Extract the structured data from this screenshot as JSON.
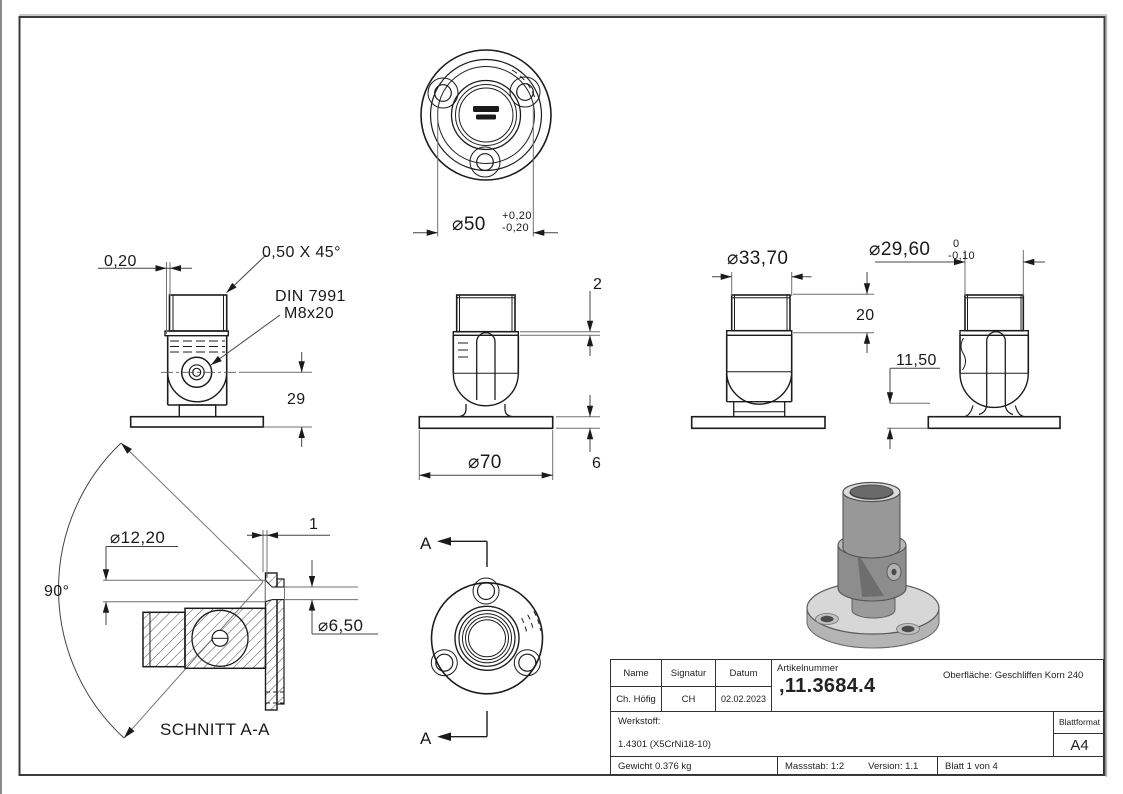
{
  "sheet": {
    "views": {
      "top": {
        "dia": "⌀50",
        "tol_plus": "+0,20",
        "tol_minus": "-0,20"
      },
      "front": {
        "offset": "0,20",
        "chamfer": "0,50 X 45°",
        "screw_line1": "DIN 7991",
        "screw_line2": "M8x20",
        "height": "29"
      },
      "side": {
        "gap": "2",
        "dia": "⌀70",
        "base_thickness": "6"
      },
      "right1": {
        "dia": "⌀33,70",
        "height": "20"
      },
      "right2": {
        "dia": "⌀29,60",
        "tol_plus": "0",
        "tol_minus": "-0,10",
        "height": "11,50"
      },
      "section": {
        "angle": "90°",
        "dia_counterbore": "⌀12,20",
        "plate": "1",
        "dia_hole": "⌀6,50",
        "label": "SCHNITT A-A"
      },
      "bottom": {
        "cut_top": "A",
        "cut_bottom": "A"
      }
    },
    "title_block": {
      "name_label": "Name",
      "signatur_label": "Signatur",
      "datum_label": "Datum",
      "name": "Ch. Höfig",
      "signatur": "CH",
      "datum": "02.02.2023",
      "artikelnummer_label": "Artikelnummer",
      "artikelnummer": ",11.3684.4",
      "oberflaeche": "Oberfläche:  Geschliffen Korn 240",
      "werkstoff_label": "Werkstoff:",
      "werkstoff": "1.4301 (X5CrNi18-10)",
      "blattformat_label": "Blattformat",
      "blattformat": "A4",
      "gewicht": "Gewicht 0.376 kg",
      "massstab": "Massstab: 1:2",
      "version": "Version: 1.1",
      "blatt": "Blatt 1 von 4"
    }
  }
}
